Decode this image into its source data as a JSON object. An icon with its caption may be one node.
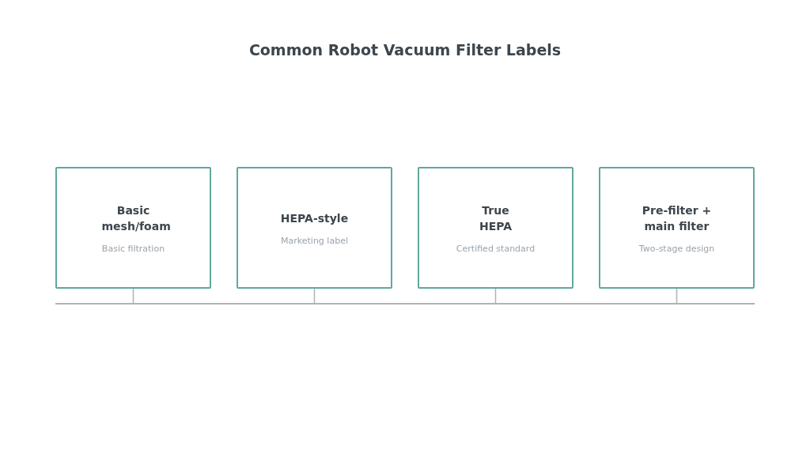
{
  "diagram": {
    "title": "Common Robot Vacuum Filter Labels",
    "nodes": [
      {
        "text": [
          "Basic mesh/foam",
          "Basic filtration"
        ]
      },
      {
        "text": [
          "HEPA-style",
          "Marketing label"
        ]
      },
      {
        "text": [
          "True HEPA",
          "Certified standard"
        ]
      },
      {
        "text": [
          "Pre-filter + main filter",
          "Two-stage design"
        ]
      },
      {
        "text": [],
        "shape": "bar"
      }
    ],
    "edges": [
      {
        "from": 0,
        "to": 4,
        "arrow": "none"
      },
      {
        "from": 1,
        "to": 4,
        "arrow": "none"
      },
      {
        "from": 2,
        "to": 4,
        "arrow": "none"
      },
      {
        "from": 3,
        "to": 4,
        "arrow": "none"
      }
    ]
  }
}
